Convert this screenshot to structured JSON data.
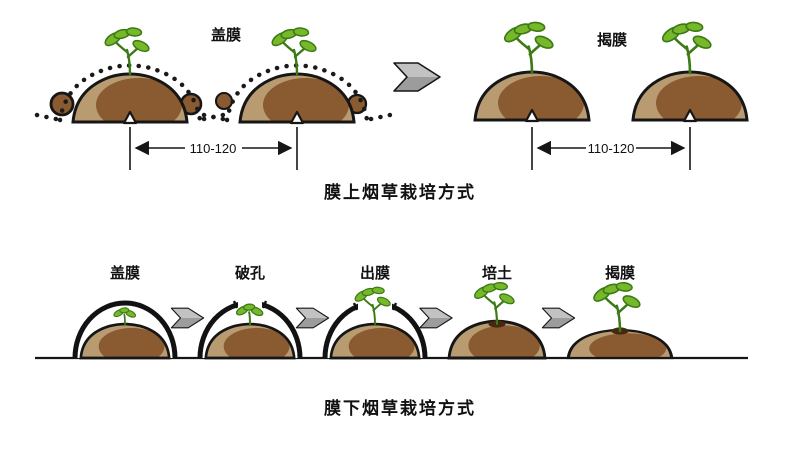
{
  "top": {
    "cover_label": "盖膜",
    "uncover_label": "揭膜",
    "spacing_left": "110-120",
    "spacing_right": "110-120",
    "title": "膜上烟草栽培方式"
  },
  "bottom": {
    "stages": [
      {
        "label": "盖膜"
      },
      {
        "label": "破孔"
      },
      {
        "label": "出膜"
      },
      {
        "label": "培土"
      },
      {
        "label": "揭膜"
      }
    ],
    "title": "膜下烟草栽培方式"
  },
  "colors": {
    "outline": "#161616",
    "soil_light": "#b99b72",
    "soil_dark": "#8a5a30",
    "leaf": "#76b82a",
    "leaf_dark": "#3c7a16",
    "film_black": "#121212",
    "arrow_gray": "#9c9c9c",
    "arrow_gray_light": "#c2c2c2"
  }
}
